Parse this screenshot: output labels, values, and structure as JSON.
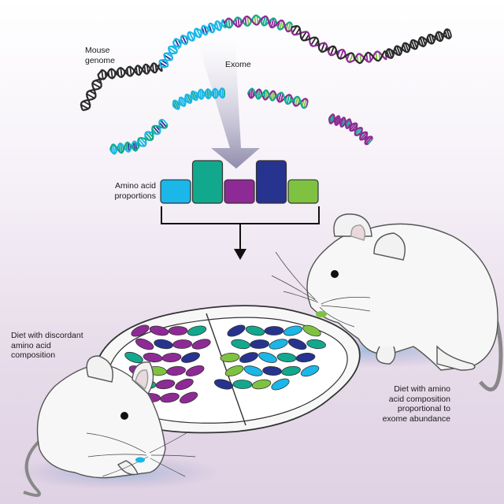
{
  "labels": {
    "mouse_genome": [
      "Mouse",
      "genome"
    ],
    "exome": "Exome",
    "amino_acid_proportions": [
      "Amino acid",
      "proportions"
    ],
    "discordant_diet": [
      "Diet with discordant",
      "amino acid",
      "composition"
    ],
    "proportional_diet": [
      "Diet with amino",
      "acid composition",
      "proportional to",
      "exome abundance"
    ]
  },
  "colors": {
    "cyan": "#1ab7e8",
    "teal": "#12a88e",
    "purple": "#8e2a95",
    "navy": "#26338f",
    "green": "#7fc242",
    "dark_dna": "#2a2a2a"
  },
  "amino_acid_bars": [
    {
      "color": "cyan",
      "value": 0.5
    },
    {
      "color": "teal",
      "value": 1.0
    },
    {
      "color": "purple",
      "value": 0.5
    },
    {
      "color": "navy",
      "value": 1.0
    },
    {
      "color": "green",
      "value": 0.5
    }
  ]
}
